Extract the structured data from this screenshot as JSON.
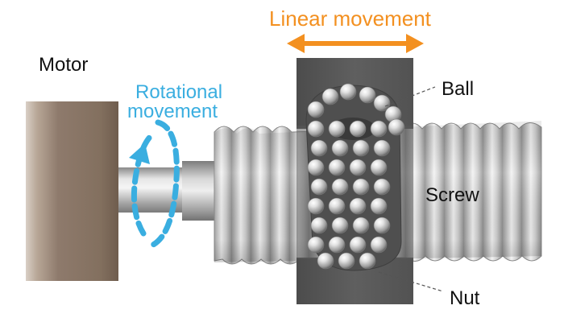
{
  "diagram": {
    "labels": {
      "motor": "Motor",
      "rotational_line1": "Rotational",
      "rotational_line2": "movement",
      "linear": "Linear movement",
      "ball": "Ball",
      "screw": "Screw",
      "nut": "Nut"
    },
    "colors": {
      "linear_accent": "#f39020",
      "rotational_accent": "#3aaee0",
      "motor_body": "#8e7a6c",
      "nut_body": "#5f5f5f",
      "screw_body": "#b4b4b4",
      "ball": "#d8d8d8",
      "label_text": "#111111"
    }
  }
}
